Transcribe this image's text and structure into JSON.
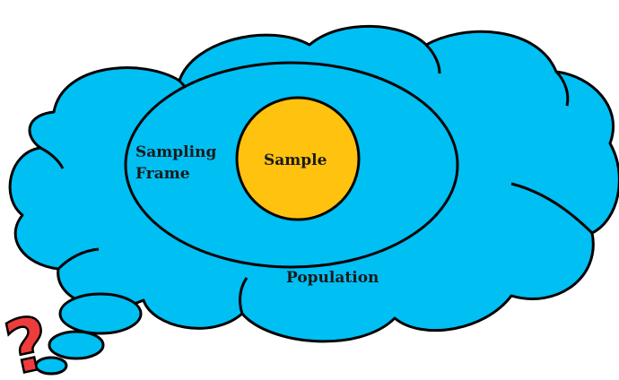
{
  "diagram": {
    "labels": {
      "population": "Population",
      "sampling_frame_line1": "Sampling",
      "sampling_frame_line2": "Frame",
      "sample": "Sample",
      "question_mark": "?"
    },
    "colors": {
      "cloud_fill": "#00BFF3",
      "sample_fill": "#FFC20E",
      "outline": "#000000",
      "question_mark": "#EE3B3B"
    }
  }
}
